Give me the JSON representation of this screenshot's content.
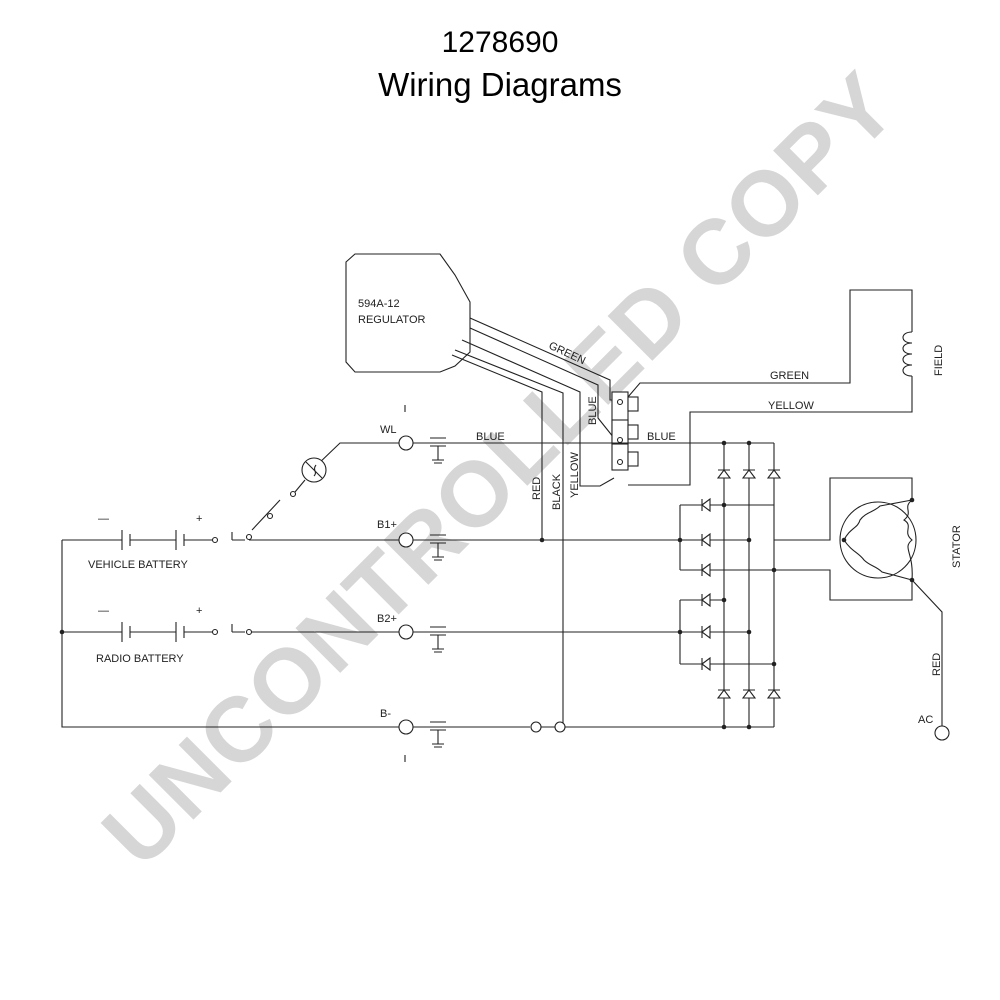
{
  "header": {
    "number": "1278690",
    "title": "Wiring Diagrams"
  },
  "watermark": "UNCONTROLLED COPY",
  "regulator": {
    "line1": "594A-12",
    "line2": "REGULATOR"
  },
  "wires": {
    "green": "GREEN",
    "blue": "BLUE",
    "yellow": "YELLOW",
    "red": "RED",
    "black": "BLACK",
    "green_field": "GREEN",
    "yellow_field": "YELLOW",
    "blue_top": "BLUE",
    "blue_right": "BLUE",
    "blue_conn": "BLUE",
    "yellow_conn": "YELLOW",
    "red_ac": "RED"
  },
  "terminals": {
    "wl": "WL",
    "b1": "B1+",
    "b2": "B2+",
    "bneg": "B-",
    "ac": "AC"
  },
  "components": {
    "field": "FIELD",
    "stator": "STATOR"
  },
  "batteries": {
    "vehicle": {
      "label": "VEHICLE BATTERY",
      "minus": "—",
      "plus": "+"
    },
    "radio": {
      "label": "RADIO BATTERY",
      "minus": "—",
      "plus": "+"
    }
  }
}
